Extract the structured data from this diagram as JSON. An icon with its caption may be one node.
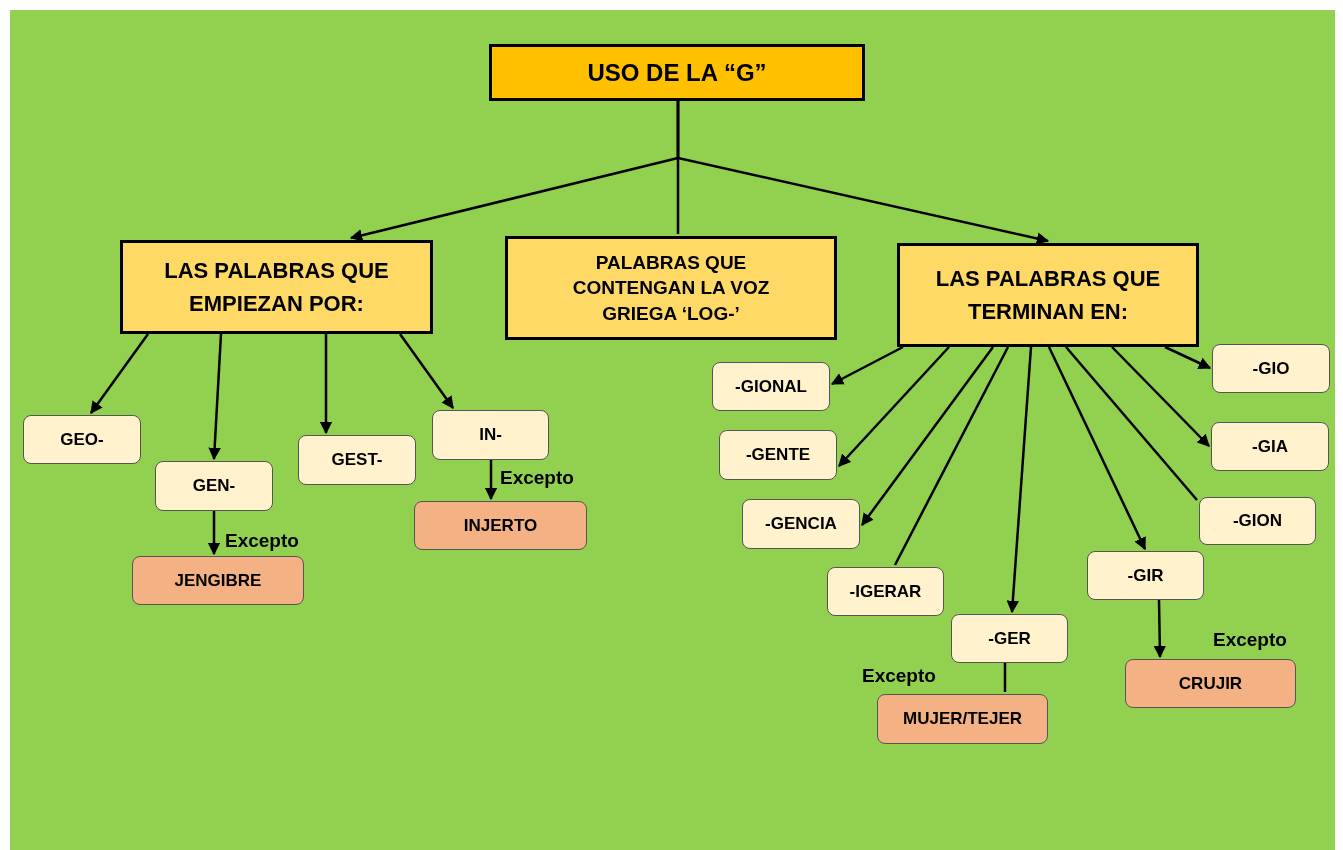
{
  "diagram": {
    "nodes": [
      {
        "text": [
          "USO DE LA “G”"
        ]
      },
      {
        "text": [
          "LAS PALABRAS QUE EMPIEZAN POR:"
        ]
      },
      {
        "text": [
          "PALABRAS QUE CONTENGAN LA VOZ GRIEGA ‘LOG-’"
        ]
      },
      {
        "text": [
          "LAS PALABRAS QUE TERMINAN EN:"
        ]
      },
      {
        "text": [
          "GEO-"
        ]
      },
      {
        "text": [
          "GEN-"
        ]
      },
      {
        "text": [
          "JENGIBRE"
        ]
      },
      {
        "text": [
          "GEST-"
        ]
      },
      {
        "text": [
          "IN-"
        ]
      },
      {
        "text": [
          "INJERTO"
        ]
      },
      {
        "text": [
          "-GIONAL"
        ]
      },
      {
        "text": [
          "-GENTE"
        ]
      },
      {
        "text": [
          "-GENCIA"
        ]
      },
      {
        "text": [
          "-IGERAR"
        ]
      },
      {
        "text": [
          "-GER"
        ]
      },
      {
        "text": [
          "MUJER/TEJER"
        ]
      },
      {
        "text": [
          "-GIR"
        ]
      },
      {
        "text": [
          "CRUJIR"
        ]
      },
      {
        "text": [
          "-GIO"
        ]
      },
      {
        "text": [
          "-GIA"
        ]
      },
      {
        "text": [
          "-GION"
        ]
      }
    ],
    "edges": [
      {
        "from": 0,
        "to": 1,
        "arrow": "to"
      },
      {
        "from": 0,
        "to": 2,
        "arrow": "none"
      },
      {
        "from": 0,
        "to": 3,
        "arrow": "to"
      },
      {
        "from": 1,
        "to": 4,
        "arrow": "to"
      },
      {
        "from": 1,
        "to": 5,
        "arrow": "to"
      },
      {
        "from": 1,
        "to": 7,
        "arrow": "to"
      },
      {
        "from": 1,
        "to": 8,
        "arrow": "to"
      },
      {
        "from": 5,
        "to": 6,
        "arrow": "to",
        "label": "Excepto"
      },
      {
        "from": 8,
        "to": 9,
        "arrow": "to",
        "label": "Excepto"
      },
      {
        "from": 3,
        "to": 10,
        "arrow": "to"
      },
      {
        "from": 3,
        "to": 11,
        "arrow": "to"
      },
      {
        "from": 3,
        "to": 12,
        "arrow": "to"
      },
      {
        "from": 3,
        "to": 13,
        "arrow": "none"
      },
      {
        "from": 3,
        "to": 14,
        "arrow": "to"
      },
      {
        "from": 3,
        "to": 16,
        "arrow": "to"
      },
      {
        "from": 3,
        "to": 20,
        "arrow": "none"
      },
      {
        "from": 3,
        "to": 19,
        "arrow": "to"
      },
      {
        "from": 3,
        "to": 18,
        "arrow": "to"
      },
      {
        "from": 14,
        "to": 15,
        "arrow": "none",
        "label": "Excepto"
      },
      {
        "from": 16,
        "to": 17,
        "arrow": "to",
        "label": "Excepto"
      }
    ]
  }
}
